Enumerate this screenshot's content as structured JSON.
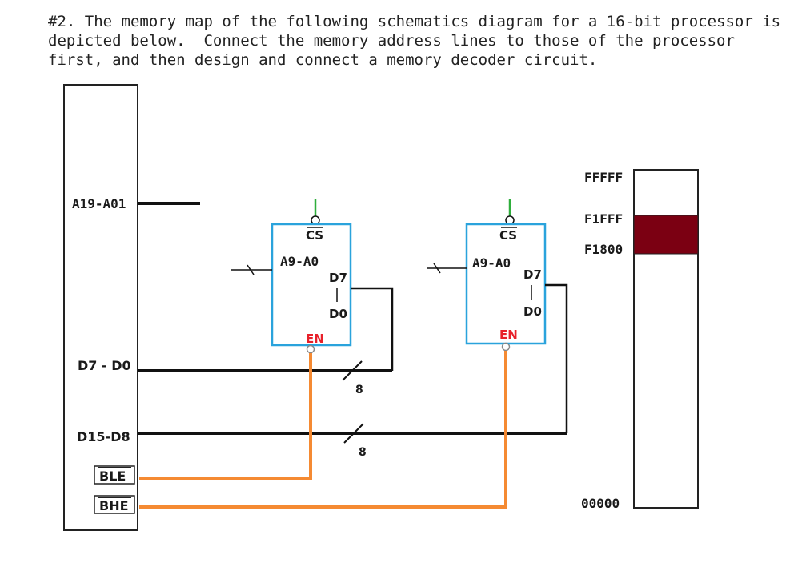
{
  "problem": {
    "lines": [
      "#2. The memory map of the following schematics diagram for a 16-bit processor is",
      "depicted below.  Connect the memory address lines to those of the processor",
      "first, and then design and connect a memory decoder circuit."
    ]
  },
  "processor": {
    "addr_label": "A19-A01",
    "data_low_label": "D7 - D0",
    "data_high_label": "D15-D8",
    "ble_label": "BLE",
    "bhe_label": "BHE"
  },
  "bus_widths": {
    "low": "8",
    "high": "8"
  },
  "chips": [
    {
      "cs_label": "CS",
      "addr_label": "A9-A0",
      "d_top": "D7",
      "d_dash": "|",
      "d_bottom": "D0",
      "en_label": "EN"
    },
    {
      "cs_label": "CS",
      "addr_label": "A9-A0",
      "d_top": "D7",
      "d_dash": "|",
      "d_bottom": "D0",
      "en_label": "EN"
    }
  ],
  "memory_map": {
    "top": "FFFFF",
    "region_high": "F1FFF",
    "region_low": "F1800",
    "bottom": "00000",
    "region_color": "#7b0012"
  },
  "colors": {
    "chip_border": "#2aa3dc",
    "cs_wire": "#2fae3c",
    "enable_wire": "#f58a32",
    "en_text": "#e8202a"
  }
}
